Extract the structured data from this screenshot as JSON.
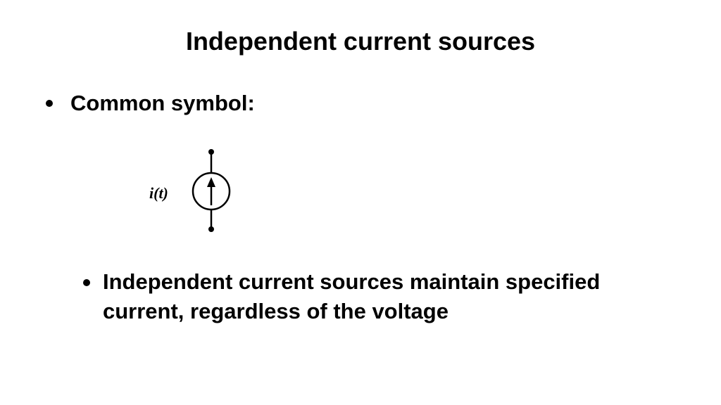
{
  "slide": {
    "title": "Independent current sources",
    "bullet_1": "Common symbol:",
    "symbol_label": "i(t)",
    "symbol_icon": "current-source-icon",
    "bullet_2": "Independent current sources maintain specified current, regardless of the voltage"
  },
  "colors": {
    "background": "#ffffff",
    "text": "#000000"
  }
}
